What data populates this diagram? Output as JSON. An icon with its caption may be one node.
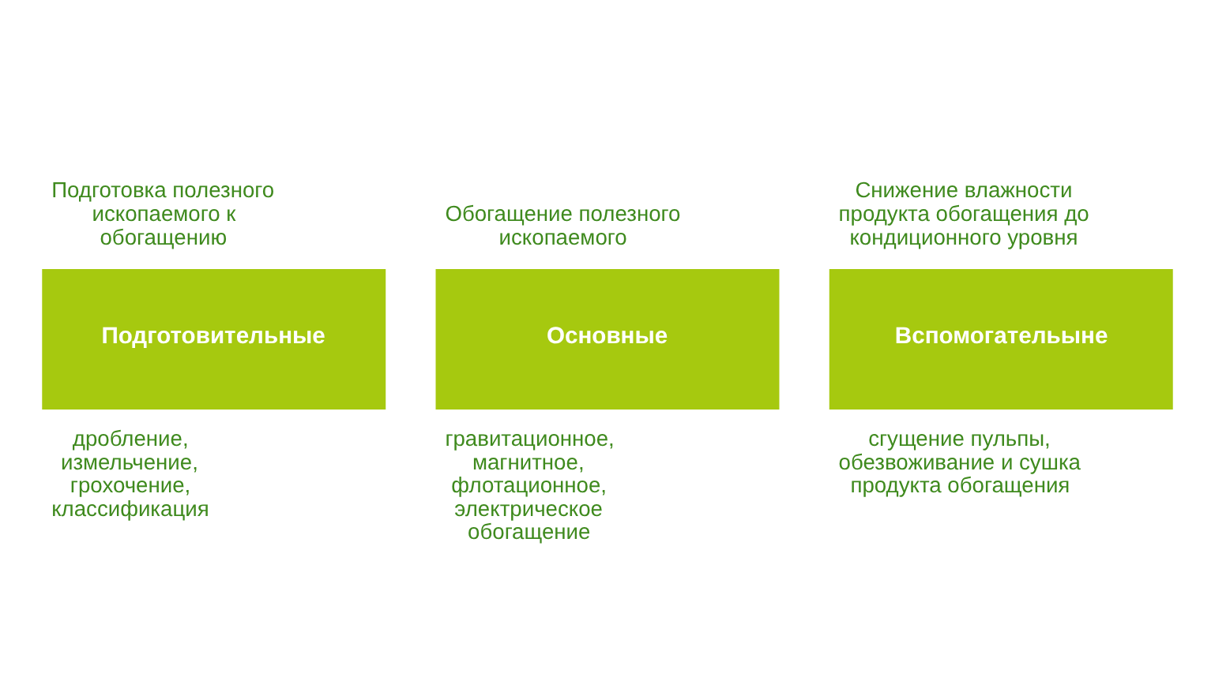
{
  "diagram": {
    "nodes": [
      {
        "text": [
          "Подготовительные"
        ],
        "beside": [
          "Подготовка полезного ископаемого к обогащению",
          "дробление, измельчение, грохочение, классификация"
        ]
      },
      {
        "text": [
          "Основные"
        ],
        "beside": [
          "Обогащение полезного ископаемого",
          "гравитационное, магнитное, флотационное, электрическое обогащение"
        ]
      },
      {
        "text": [
          "Вспомогательыне"
        ],
        "beside": [
          "Снижение влажности продукта обогащения до кондиционного уровня",
          "сгущение пульпы, обезвоживание и сушка продукта обогащения"
        ]
      }
    ],
    "edges": []
  }
}
